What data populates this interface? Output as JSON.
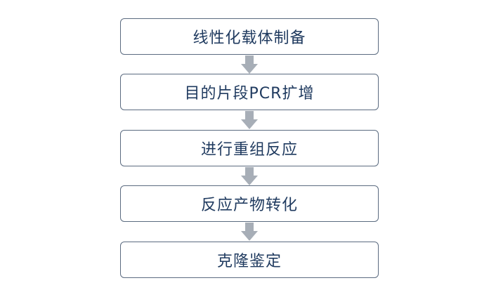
{
  "flowchart": {
    "steps": [
      {
        "label": "线性化载体制备"
      },
      {
        "label": "目的片段PCR扩增"
      },
      {
        "label": "进行重组反应"
      },
      {
        "label": "反应产物转化"
      },
      {
        "label": "克隆鉴定"
      }
    ],
    "colors": {
      "box_border": "#5b6b80",
      "text": "#1f3a5f",
      "arrow": "#a7aeb7"
    }
  }
}
